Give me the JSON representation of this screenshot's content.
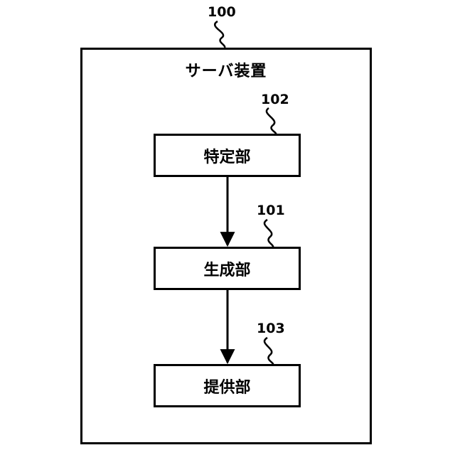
{
  "server": {
    "title": "サーバ装置",
    "ref": "100"
  },
  "blocks": [
    {
      "label": "特定部",
      "ref": "102"
    },
    {
      "label": "生成部",
      "ref": "101"
    },
    {
      "label": "提供部",
      "ref": "103"
    }
  ],
  "colors": {
    "line": "#000000",
    "background": "#ffffff"
  }
}
